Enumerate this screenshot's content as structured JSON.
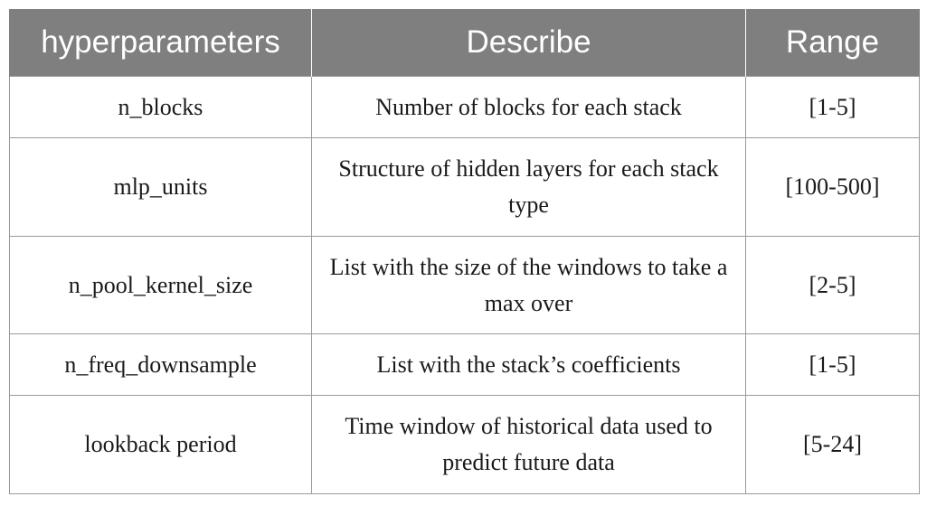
{
  "table": {
    "headers": [
      "hyperparameters",
      "Describe",
      "Range"
    ],
    "rows": [
      {
        "hyperparameter": "n_blocks",
        "describe": "Number of blocks for each stack",
        "range": "[1-5]"
      },
      {
        "hyperparameter": "mlp_units",
        "describe": "Structure of hidden layers for each stack type",
        "range": "[100-500]"
      },
      {
        "hyperparameter": "n_pool_kernel_size",
        "describe": "List with the size of the windows to take a max over",
        "range": "[2-5]"
      },
      {
        "hyperparameter": "n_freq_downsample",
        "describe": "List with the stack’s coefficients",
        "range": "[1-5]"
      },
      {
        "hyperparameter": "lookback period",
        "describe": "Time window of historical data used to predict future data",
        "range": "[5-24]"
      }
    ]
  },
  "colors": {
    "header_background": "#7f7f7f",
    "header_text": "#ffffff",
    "border": "#9a9a9a",
    "body_text": "#1a1a1a"
  }
}
